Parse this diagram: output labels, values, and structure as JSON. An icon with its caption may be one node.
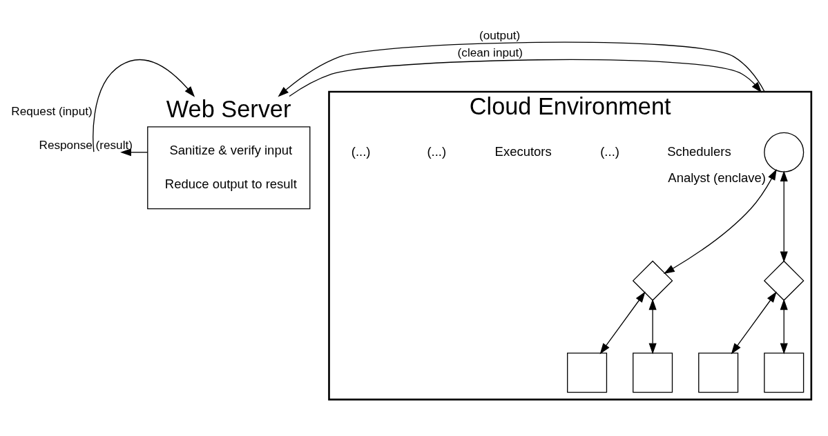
{
  "diagram": {
    "nodes": [
      {
        "text": [
          "Web Server",
          "Sanitize & verify input",
          "Reduce output to result"
        ]
      },
      {
        "text": [
          "Cloud Environment"
        ]
      },
      {
        "text": [
          "Analyst (enclave)"
        ],
        "in": 1
      },
      {
        "text": [],
        "shape": "diamond",
        "in": 1
      },
      {
        "text": [],
        "shape": "diamond",
        "in": 1
      },
      {
        "text": [],
        "shape": "box",
        "in": 1
      },
      {
        "text": [],
        "shape": "box",
        "in": 1
      },
      {
        "text": [],
        "shape": "box",
        "in": 1
      },
      {
        "text": [],
        "shape": "box",
        "in": 1
      }
    ],
    "edges": [
      {
        "from": null,
        "to": 0,
        "arrow": "to",
        "label": "Request (input)"
      },
      {
        "from": 0,
        "to": null,
        "arrow": "to",
        "label": "Response (result)"
      },
      {
        "from": 0,
        "to": 1,
        "arrow": "to",
        "label": "(clean input)"
      },
      {
        "from": 1,
        "to": 0,
        "arrow": "to",
        "label": "(output)"
      },
      {
        "from": 2,
        "to": 3,
        "arrow": "both"
      },
      {
        "from": 2,
        "to": 4,
        "arrow": "both"
      },
      {
        "from": 3,
        "to": 5,
        "arrow": "both"
      },
      {
        "from": 3,
        "to": 6,
        "arrow": "both"
      },
      {
        "from": 4,
        "to": 7,
        "arrow": "both"
      },
      {
        "from": 4,
        "to": 8,
        "arrow": "both"
      }
    ],
    "labels": [
      "Schedulers",
      "(...)",
      "Executors",
      "(...)",
      "(...)"
    ]
  }
}
